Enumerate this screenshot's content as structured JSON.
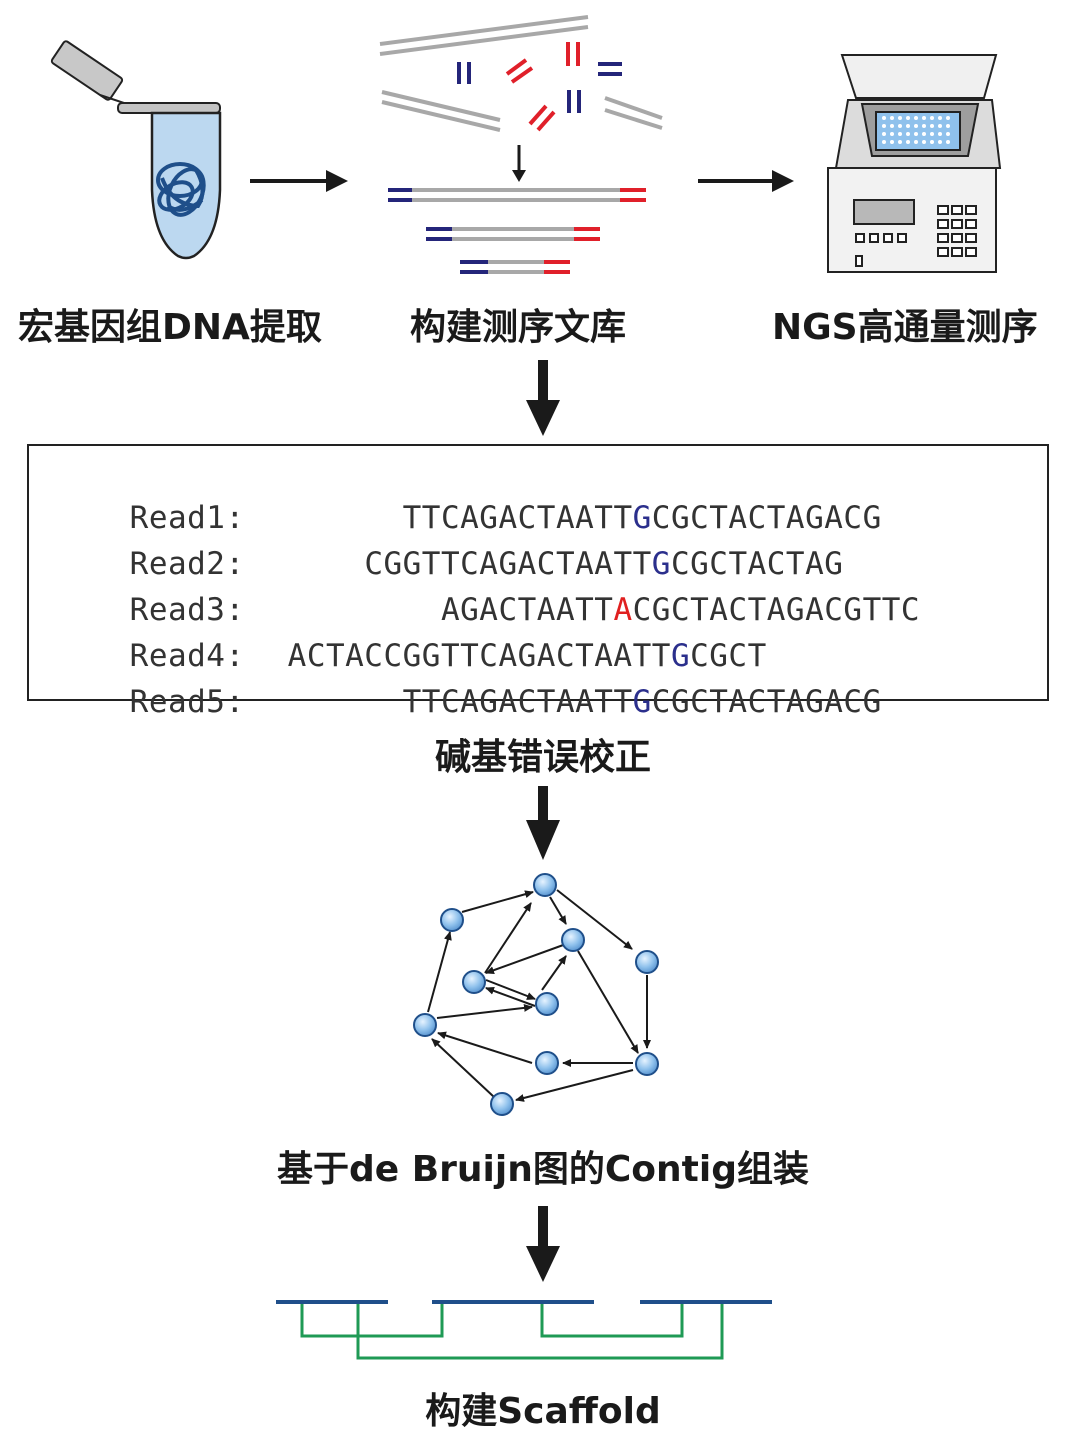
{
  "steps": {
    "extraction": "宏基因组DNA提取",
    "library": "构建测序文库",
    "sequencing": "NGS高通量测序",
    "error_correction": "碱基错误校正",
    "assembly": "基于de Bruijn图的Contig组装",
    "scaffold": "构建Scaffold"
  },
  "reads": [
    {
      "name": "Read1:",
      "pad": "      ",
      "before": "TTCAGACTAATT",
      "base": "G",
      "base_color": "blue",
      "after": "CGCTACTAGACG"
    },
    {
      "name": "Read2:",
      "pad": "    ",
      "before": "CGGTTCAGACTAATT",
      "base": "G",
      "base_color": "blue",
      "after": "CGCTACTAG"
    },
    {
      "name": "Read3:",
      "pad": "        ",
      "before": "AGACTAATT",
      "base": "A",
      "base_color": "red",
      "after": "CGCTACTAGACGTTC"
    },
    {
      "name": "Read4:",
      "pad": "",
      "before": "ACTACCGGTTCAGACTAATT",
      "base": "G",
      "base_color": "blue",
      "after": "CGCT"
    },
    {
      "name": "Read5:",
      "pad": "      ",
      "before": "TTCAGACTAATT",
      "base": "G",
      "base_color": "blue",
      "after": "CGCTACTAGACG"
    }
  ],
  "colors": {
    "adapter_blue": "#24257a",
    "adapter_red": "#e0202a",
    "dna_gray": "#a8a8a8",
    "node_fill": "#8fc1ec",
    "contig_blue": "#1f4f8a",
    "link_green": "#1f9a55"
  },
  "icons": [
    "tube-icon",
    "sequencer-icon",
    "de-bruijn-graph",
    "scaffold-diagram"
  ]
}
